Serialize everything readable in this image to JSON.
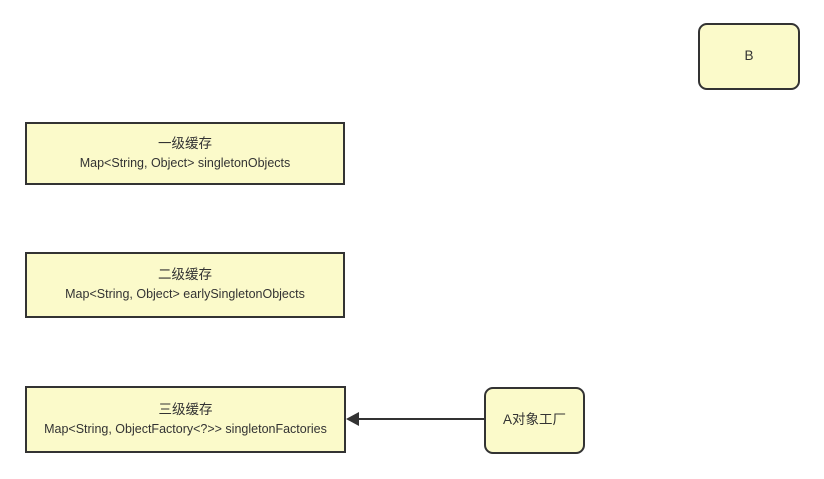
{
  "diagram": {
    "colors": {
      "node_fill": "#fbfaca",
      "node_border": "#333333",
      "edge": "#333333",
      "background": "#ffffff"
    },
    "nodes": {
      "level1": {
        "title": "一级缓存",
        "subtitle": "Map<String, Object> singletonObjects"
      },
      "level2": {
        "title": "二级缓存",
        "subtitle": "Map<String, Object> earlySingletonObjects"
      },
      "level3": {
        "title": "三级缓存",
        "subtitle": "Map<String, ObjectFactory<?>> singletonFactories"
      },
      "factory": {
        "label": "A对象工厂"
      },
      "b": {
        "label": "B"
      }
    },
    "edges": [
      {
        "from": "factory",
        "to": "level3",
        "arrowhead": "filled-triangle-left"
      }
    ]
  }
}
